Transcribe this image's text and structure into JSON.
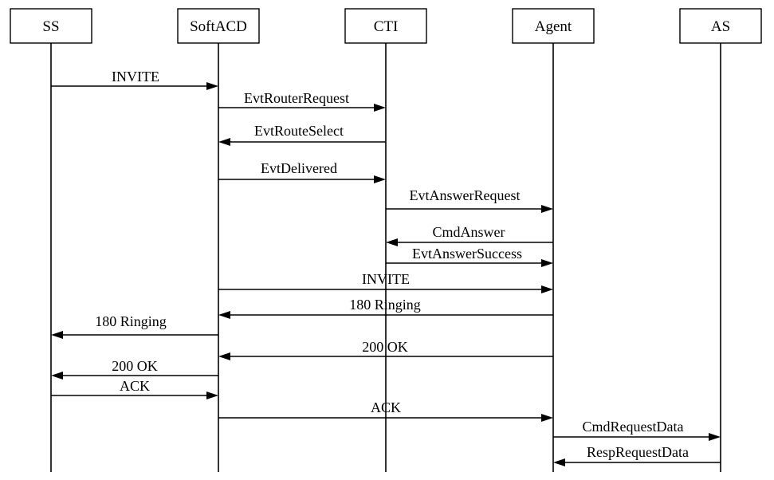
{
  "actors": [
    {
      "id": "ss",
      "label": "SS"
    },
    {
      "id": "softacd",
      "label": "SoftACD"
    },
    {
      "id": "cti",
      "label": "CTI"
    },
    {
      "id": "agent",
      "label": "Agent"
    },
    {
      "id": "as",
      "label": "AS"
    }
  ],
  "messages": [
    {
      "id": "invite-1",
      "label": "INVITE",
      "from": "ss",
      "to": "softacd"
    },
    {
      "id": "evt-router-request",
      "label": "EvtRouterRequest",
      "from": "softacd",
      "to": "cti"
    },
    {
      "id": "evt-route-select",
      "label": "EvtRouteSelect",
      "from": "cti",
      "to": "softacd"
    },
    {
      "id": "evt-delivered",
      "label": "EvtDelivered",
      "from": "softacd",
      "to": "cti"
    },
    {
      "id": "evt-answer-request",
      "label": "EvtAnswerRequest",
      "from": "cti",
      "to": "agent"
    },
    {
      "id": "cmd-answer",
      "label": "CmdAnswer",
      "from": "agent",
      "to": "cti"
    },
    {
      "id": "evt-answer-success",
      "label": "EvtAnswerSuccess",
      "from": "cti",
      "to": "agent"
    },
    {
      "id": "invite-2",
      "label": "INVITE",
      "from": "softacd",
      "to": "agent"
    },
    {
      "id": "ringing-1",
      "label": "180 Ringing",
      "from": "agent",
      "to": "softacd"
    },
    {
      "id": "ringing-2",
      "label": "180 Ringing",
      "from": "softacd",
      "to": "ss"
    },
    {
      "id": "ok-1",
      "label": "200 OK",
      "from": "agent",
      "to": "softacd"
    },
    {
      "id": "ok-2",
      "label": "200 OK",
      "from": "softacd",
      "to": "ss"
    },
    {
      "id": "ack-1",
      "label": "ACK",
      "from": "ss",
      "to": "softacd"
    },
    {
      "id": "ack-2",
      "label": "ACK",
      "from": "softacd",
      "to": "agent"
    },
    {
      "id": "cmd-request-data",
      "label": "CmdRequestData",
      "from": "agent",
      "to": "as"
    },
    {
      "id": "resp-request-data",
      "label": "RespRequestData",
      "from": "as",
      "to": "agent"
    }
  ]
}
